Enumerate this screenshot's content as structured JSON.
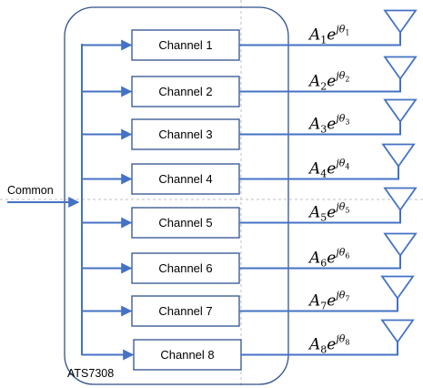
{
  "common_label": "Common",
  "device_label": "ATS7308",
  "channels": [
    {
      "label": "Channel 1",
      "amp_sub": "1",
      "phase_sub": "1"
    },
    {
      "label": "Channel 2",
      "amp_sub": "2",
      "phase_sub": "2"
    },
    {
      "label": "Channel 3",
      "amp_sub": "3",
      "phase_sub": "3"
    },
    {
      "label": "Channel 4",
      "amp_sub": "4",
      "phase_sub": "4"
    },
    {
      "label": "Channel 5",
      "amp_sub": "5",
      "phase_sub": "5"
    },
    {
      "label": "Channel 6",
      "amp_sub": "6",
      "phase_sub": "6"
    },
    {
      "label": "Channel 7",
      "amp_sub": "7",
      "phase_sub": "7"
    },
    {
      "label": "Channel 8",
      "amp_sub": "8",
      "phase_sub": "8"
    }
  ],
  "formula": {
    "amp": "A",
    "base": "e",
    "imag": "j",
    "phase": "θ"
  },
  "colors": {
    "line": "#4472c4",
    "box": "#2f528f",
    "guide": "#bfbfbf"
  }
}
